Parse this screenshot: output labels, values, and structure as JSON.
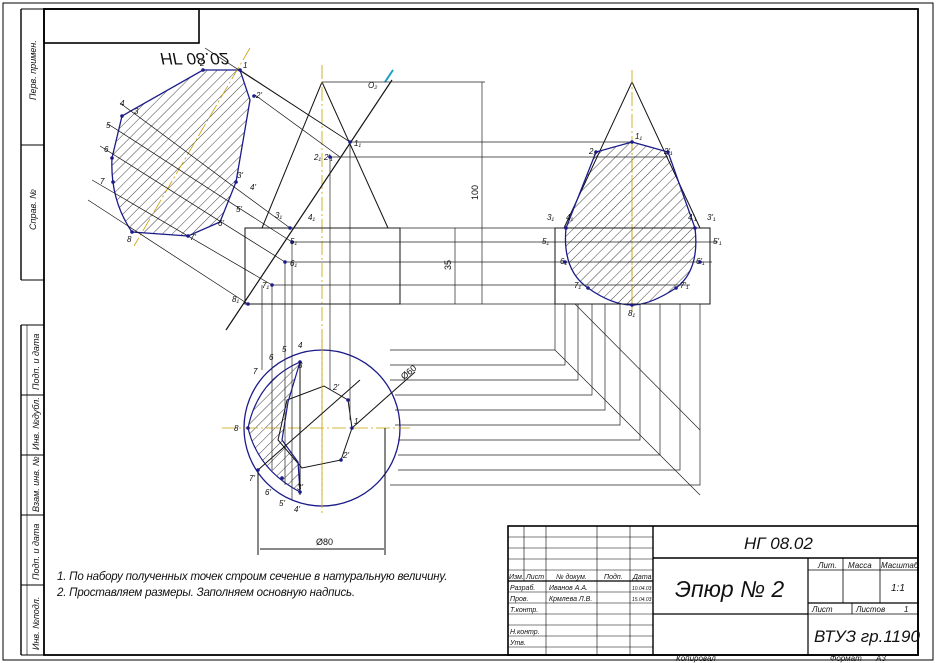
{
  "doc_code": "НГ 08.02",
  "doc_code_mirrored": "НГ 08.02",
  "sheet_title": "Эпюр № 2",
  "org": "ВТУЗ гр.1190",
  "notes": [
    "1. По набору полученных точек строим сечение в натуральную величину.",
    "2. Проставляем размеры. Заполняем основную надпись."
  ],
  "side_fields": [
    "Перв. примен.",
    "Справ. №",
    "Подп. и дата",
    "Инв. №дубл.",
    "Взам. инв. №",
    "Подп. и дата",
    "Инв. №подл."
  ],
  "stamp": {
    "col_headers": [
      "Изм.",
      "Лист",
      "№ докум.",
      "Подп.",
      "Дата"
    ],
    "rows": [
      {
        "role": "Разраб.",
        "name": "Иванов А.А.",
        "date": "10.04.03"
      },
      {
        "role": "Пров.",
        "name": "Крмлева Л.В.",
        "date": "15.04.03"
      },
      {
        "role": "Т.контр.",
        "name": "",
        "date": ""
      },
      {
        "role": "",
        "name": "",
        "date": ""
      },
      {
        "role": "Н.контр.",
        "name": "",
        "date": ""
      },
      {
        "role": "Утв.",
        "name": "",
        "date": ""
      }
    ],
    "lit_label": "Лит.",
    "mass_label": "Масса",
    "scale_label": "Масштаб",
    "scale_value": "1:1",
    "sheet_label": "Лист",
    "sheets_label": "Листов",
    "sheets_value": "1"
  },
  "footer": {
    "copied": "Копировал",
    "format_label": "Формат",
    "format_value": "А3"
  },
  "dims": {
    "height_total": "100",
    "height_cyl": "35",
    "diameter": "Ø80",
    "r_small": "Ø60"
  },
  "point_labels": {
    "p1": "1",
    "p2": "2",
    "p2p": "2'",
    "p3": "3",
    "p3p": "3'",
    "p4": "4",
    "p4p": "4'",
    "p5": "5",
    "p5p": "5'",
    "p6": "6",
    "p6p": "6'",
    "p7": "7",
    "p7p": "7'",
    "p8": "8",
    "o2": "O₂",
    "f1": "1₁",
    "f2": "2₁",
    "f2p": "2'₁",
    "f3": "3₁",
    "f3p": "3'₁",
    "f4": "4₁",
    "f4p": "4'₁",
    "f5": "5₁",
    "f5p": "5'₁",
    "f6": "6₁",
    "f6p": "6'₁",
    "f7": "7₁",
    "f7p": "7'₁",
    "f8": "8₁"
  }
}
